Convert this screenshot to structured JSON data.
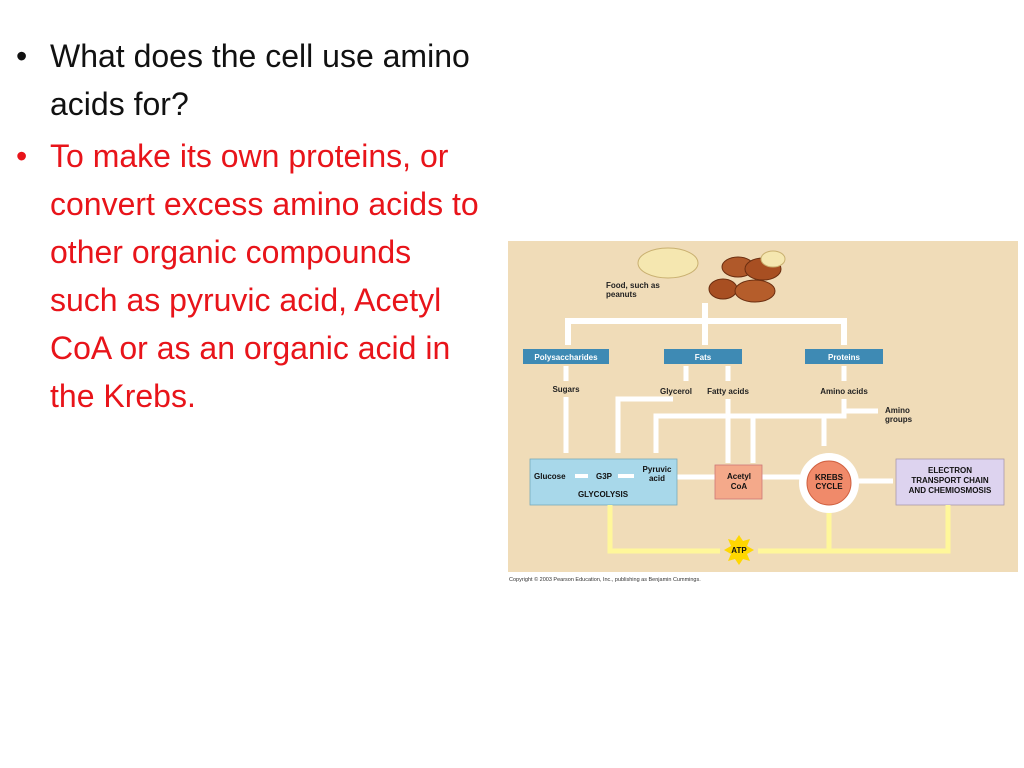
{
  "slide": {
    "bullets": [
      {
        "text": "What does the cell use amino acids for?",
        "color": "#111111"
      },
      {
        "text": "To make its own proteins, or convert excess amino acids to other organic compounds such as pyruvic acid, Acetyl CoA or as an organic acid in the Krebs.",
        "color": "#e8141a"
      }
    ],
    "bullet_glyph": "•"
  },
  "figure": {
    "food_label_1": "Food, such as",
    "food_label_2": "peanuts",
    "box_polysaccharides": "Polysaccharides",
    "box_fats": "Fats",
    "box_proteins": "Proteins",
    "sugars": "Sugars",
    "glycerol": "Glycerol",
    "fatty_acids": "Fatty acids",
    "amino_acids": "Amino acids",
    "amino_groups_1": "Amino",
    "amino_groups_2": "groups",
    "glucose": "Glucose",
    "g3p": "G3P",
    "pyruvic_1": "Pyruvic",
    "pyruvic_2": "acid",
    "glycolysis": "GLYCOLYSIS",
    "acetyl_1": "Acetyl",
    "acetyl_2": "CoA",
    "krebs_1": "KREBS",
    "krebs_2": "CYCLE",
    "etc_1": "ELECTRON",
    "etc_2": "TRANSPORT CHAIN",
    "etc_3": "AND CHEMIOSMOSIS",
    "atp": "ATP",
    "copyright": "Copyright © 2003 Pearson Education, Inc., publishing as Benjamin Cummings.",
    "colors": {
      "background": "#f0dcb8",
      "arrow": "#ffffff",
      "header_box": "#3e8ab4",
      "glycolysis_box": "#a8d8ea",
      "acetyl_box": "#f4a98a",
      "krebs_circle": "#f08a6a",
      "etc_box": "#ddd3ef",
      "atp_arrow": "#fff79a",
      "atp_star": "#ffd700"
    }
  }
}
